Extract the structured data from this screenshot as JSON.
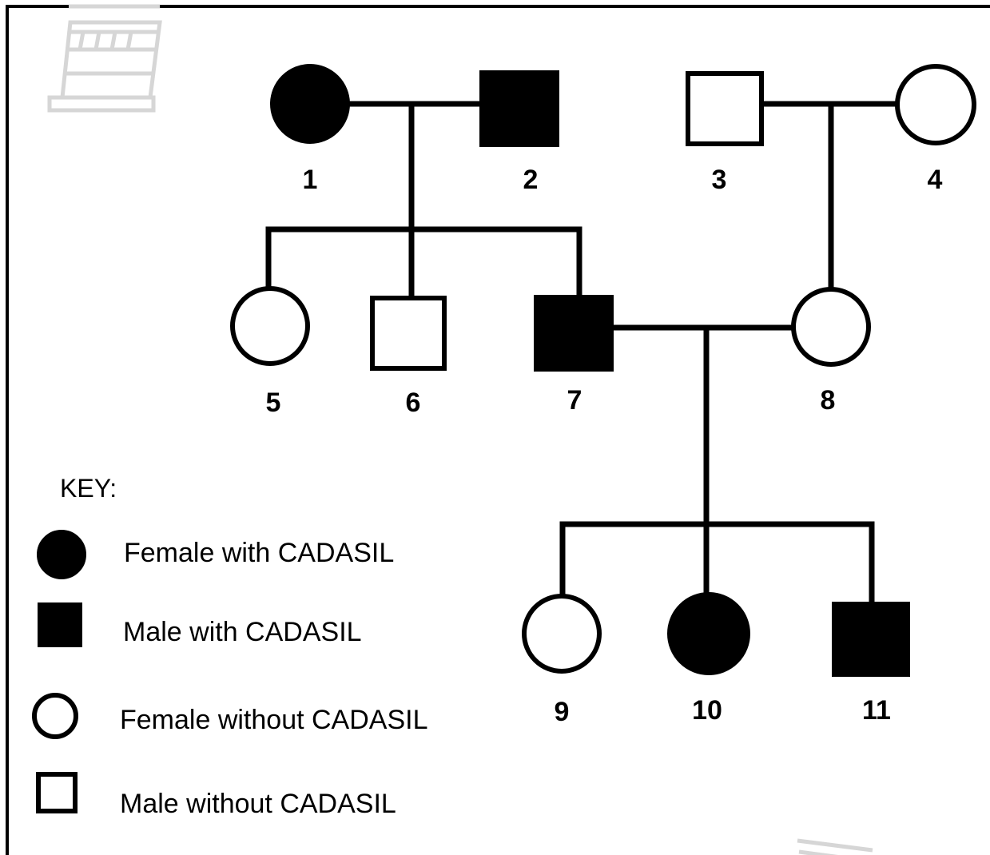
{
  "pedigree": {
    "individuals": [
      {
        "id": "1",
        "sex": "female",
        "affected": true
      },
      {
        "id": "2",
        "sex": "male",
        "affected": true
      },
      {
        "id": "3",
        "sex": "male",
        "affected": false
      },
      {
        "id": "4",
        "sex": "female",
        "affected": false
      },
      {
        "id": "5",
        "sex": "female",
        "affected": false
      },
      {
        "id": "6",
        "sex": "male",
        "affected": false
      },
      {
        "id": "7",
        "sex": "male",
        "affected": true
      },
      {
        "id": "8",
        "sex": "female",
        "affected": false
      },
      {
        "id": "9",
        "sex": "female",
        "affected": false
      },
      {
        "id": "10",
        "sex": "female",
        "affected": true
      },
      {
        "id": "11",
        "sex": "male",
        "affected": true
      }
    ],
    "matings": [
      {
        "partners": [
          "1",
          "2"
        ],
        "children": [
          "5",
          "6",
          "7"
        ]
      },
      {
        "partners": [
          "3",
          "4"
        ],
        "children": [
          "8"
        ]
      },
      {
        "partners": [
          "7",
          "8"
        ],
        "children": [
          "9",
          "10",
          "11"
        ]
      }
    ]
  },
  "key": {
    "title": "KEY:",
    "items": [
      {
        "label": "Female with CADASIL",
        "shape": "circle",
        "filled": true
      },
      {
        "label": "Male with CADASIL",
        "shape": "square",
        "filled": true
      },
      {
        "label": "Female without CADASIL",
        "shape": "circle",
        "filled": false
      },
      {
        "label": "Male without CADASIL",
        "shape": "square",
        "filled": false
      }
    ]
  },
  "colors": {
    "ink": "#000000",
    "paper": "#ffffff",
    "watermark": "#d6d6d6"
  },
  "watermark": {
    "icon": "leaning-tower-icon"
  }
}
